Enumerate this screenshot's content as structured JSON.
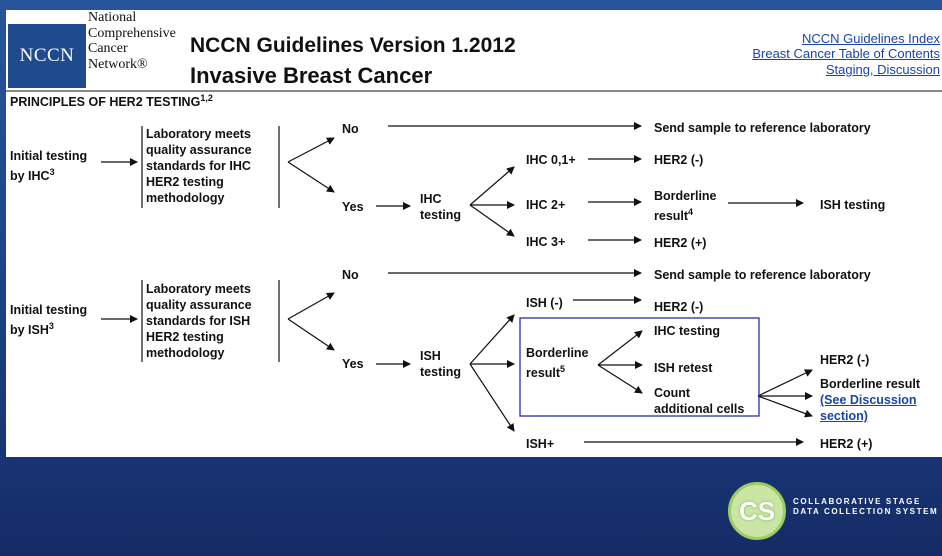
{
  "header": {
    "logo_abbr": "NCCN",
    "logo_lines": [
      "National",
      "Comprehensive",
      "Cancer",
      "Network®"
    ],
    "title_line1": "NCCN Guidelines Version 1.2012",
    "title_line2": "Invasive Breast Cancer",
    "links": [
      "NCCN Guidelines Index",
      "Breast Cancer Table of Contents",
      "Staging, Discussion"
    ]
  },
  "section_title": "PRINCIPLES OF HER2 TESTING",
  "section_title_sup": "1,2",
  "ihc_flow": {
    "start": [
      "Initial testing",
      "by IHC"
    ],
    "start_sup": "3",
    "criteria": [
      "Laboratory meets",
      "quality assurance",
      "standards for IHC",
      "HER2 testing",
      "methodology"
    ],
    "no": "No",
    "yes": "Yes",
    "send": "Send sample to reference laboratory",
    "method": [
      "IHC",
      "testing"
    ],
    "results": [
      "IHC 0,1+",
      "IHC 2+",
      "IHC 3+"
    ],
    "her2_neg": "HER2 (-)",
    "borderline": [
      "Borderline",
      "result"
    ],
    "borderline_sup": "4",
    "ish_testing": "ISH testing",
    "her2_pos": "HER2 (+)"
  },
  "ish_flow": {
    "start": [
      "Initial testing",
      "by ISH"
    ],
    "start_sup": "3",
    "criteria": [
      "Laboratory meets",
      "quality assurance",
      "standards for ISH",
      "HER2 testing",
      "methodology"
    ],
    "no": "No",
    "yes": "Yes",
    "send": "Send sample to reference laboratory",
    "method": [
      "ISH",
      "testing"
    ],
    "ish_neg": "ISH (-)",
    "her2_neg": "HER2 (-)",
    "borderline": [
      "Borderline",
      "result"
    ],
    "borderline_sup": "5",
    "options": [
      "IHC testing",
      "ISH retest",
      "Count",
      "additional cells"
    ],
    "outcome_neg": "HER2 (-)",
    "outcome_borderline": "Borderline result",
    "see_discussion": [
      "(See Discussion",
      "section)"
    ],
    "ish_pos": "ISH+",
    "outcome_pos": "HER2 (+)"
  },
  "footer": {
    "cs_logo": "CS",
    "cs_text": [
      "COLLABORATIVE STAGE",
      "DATA COLLECTION SYSTEM"
    ]
  }
}
